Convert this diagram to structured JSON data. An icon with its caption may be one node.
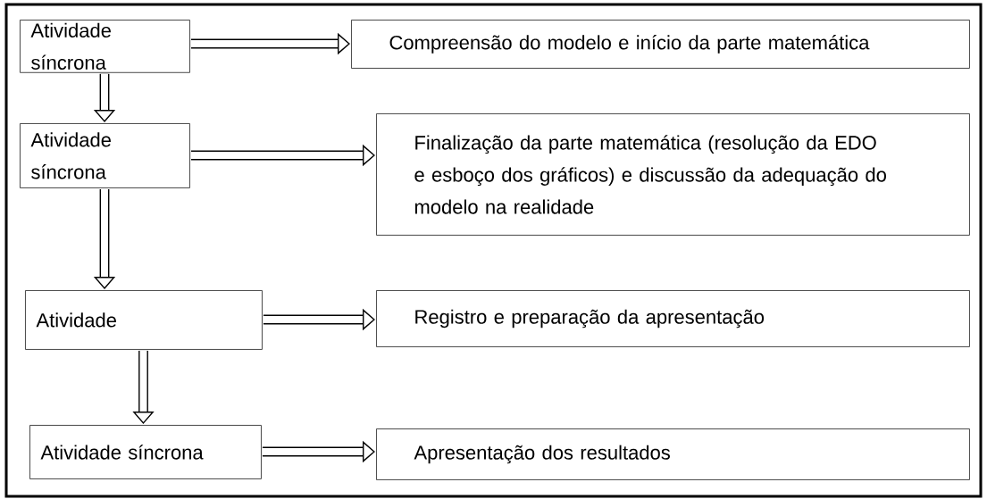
{
  "diagram": {
    "nodes": [
      {
        "text": [
          "Atividade síncrona"
        ]
      },
      {
        "text": [
          "Compreensão do modelo e início da parte matemática"
        ]
      },
      {
        "text": [
          "Atividade síncrona"
        ]
      },
      {
        "text": [
          "Finalização da parte matemática (resolução da EDO e esboço dos gráficos) e discussão da adequação do modelo na realidade"
        ]
      },
      {
        "text": [
          "Atividade"
        ]
      },
      {
        "text": [
          "Registro e preparação da apresentação"
        ]
      },
      {
        "text": [
          "Atividade síncrona"
        ]
      },
      {
        "text": [
          "Apresentação dos resultados"
        ]
      }
    ],
    "edges": [
      {
        "from": 0,
        "to": 1,
        "arrow": "to"
      },
      {
        "from": 0,
        "to": 2,
        "arrow": "to"
      },
      {
        "from": 2,
        "to": 3,
        "arrow": "to"
      },
      {
        "from": 2,
        "to": 4,
        "arrow": "to"
      },
      {
        "from": 4,
        "to": 5,
        "arrow": "to"
      },
      {
        "from": 4,
        "to": 6,
        "arrow": "to"
      },
      {
        "from": 6,
        "to": 7,
        "arrow": "to"
      }
    ]
  }
}
